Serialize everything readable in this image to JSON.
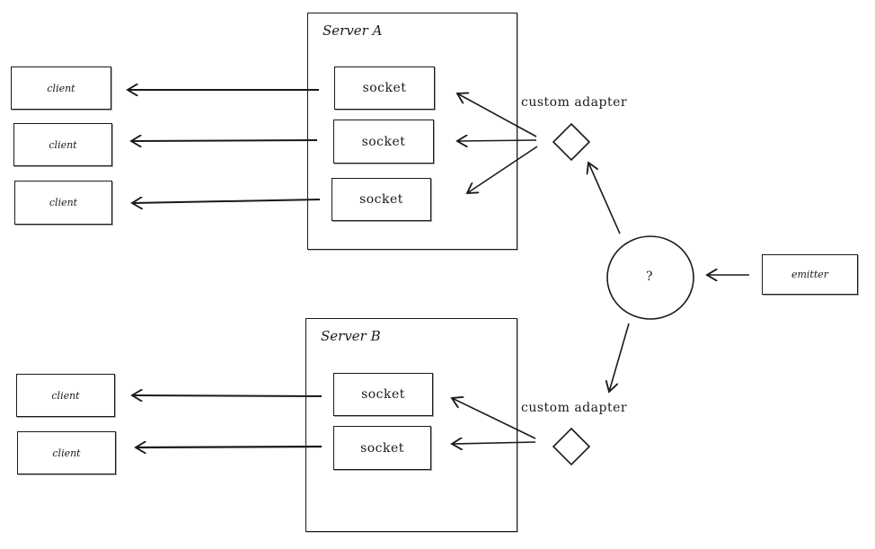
{
  "server_a": {
    "title": "Server A",
    "sockets": [
      "socket",
      "socket",
      "socket"
    ],
    "clients": [
      "client",
      "client",
      "client"
    ]
  },
  "server_b": {
    "title": "Server B",
    "sockets": [
      "socket",
      "socket"
    ],
    "clients": [
      "client",
      "client"
    ]
  },
  "adapters": {
    "top_label": "custom adapter",
    "bottom_label": "custom adapter"
  },
  "router": {
    "label": "?"
  },
  "emitter": {
    "label": "emitter"
  },
  "colors": {
    "stroke": "#1a1a1a",
    "background": "#ffffff"
  }
}
